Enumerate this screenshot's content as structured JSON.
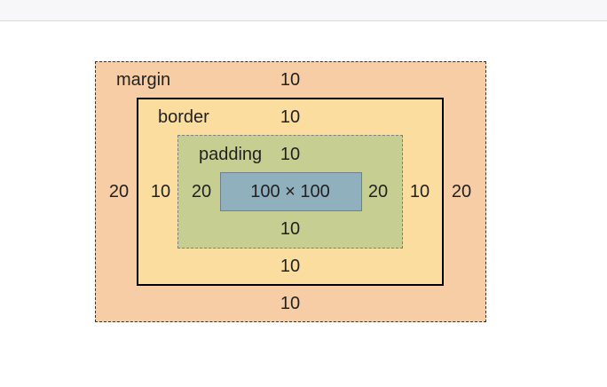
{
  "box_model": {
    "margin": {
      "label": "margin",
      "top": "10",
      "right": "20",
      "bottom": "10",
      "left": "20"
    },
    "border": {
      "label": "border",
      "top": "10",
      "right": "10",
      "bottom": "10",
      "left": "10"
    },
    "padding": {
      "label": "padding",
      "top": "10",
      "right": "20",
      "bottom": "10",
      "left": "20"
    },
    "content": {
      "size": "100 × 100"
    },
    "colors": {
      "margin": "#f6cda4",
      "border": "#fadd9f",
      "padding": "#c6cf91",
      "content": "#8fb0bc"
    }
  }
}
